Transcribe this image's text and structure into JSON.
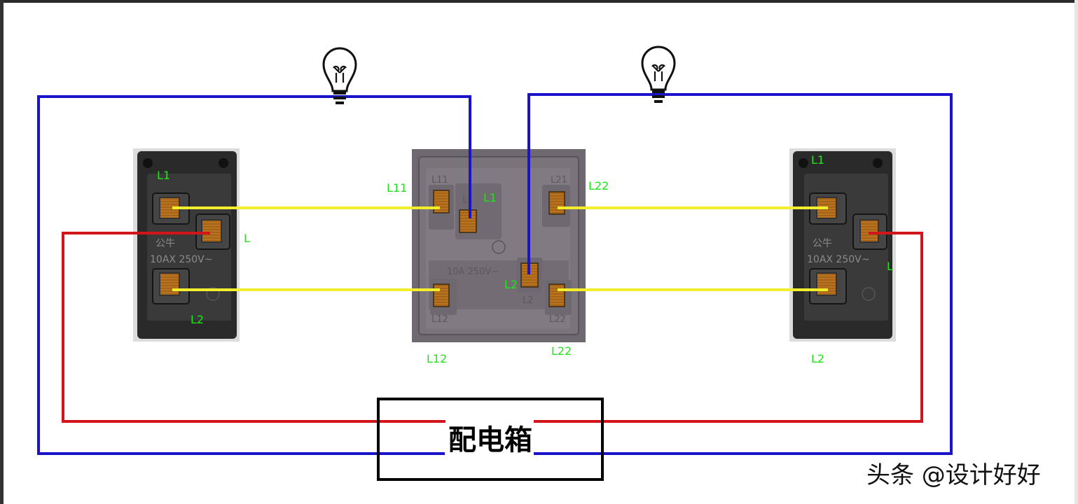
{
  "distribution_box": {
    "label": "配电箱"
  },
  "watermark": "头条 @设计好好",
  "left_switch": {
    "labels": {
      "l1": "L1",
      "l": "L",
      "l2": "L2"
    },
    "engraving": {
      "line1": "公牛",
      "line2": "10AX 250V~"
    }
  },
  "right_switch": {
    "labels": {
      "l1": "L1",
      "l": "L",
      "l2": "L2"
    },
    "engraving": {
      "line1": "公牛",
      "line2": "10AX 250V~"
    }
  },
  "center_switch": {
    "labels": {
      "l11": "L11",
      "l1": "L1",
      "l22_top": "L22",
      "l2": "L2",
      "l12": "L12",
      "l22_bottom": "L22"
    },
    "engraving": {
      "l11": "L11",
      "l1": "L1",
      "l21": "L21",
      "rating": "10A 250V~",
      "l2": "L2",
      "l12": "L12",
      "l22": "L22"
    }
  },
  "colors": {
    "neutral_wire": "#1a13c9",
    "live_wire": "#d2141b",
    "traveler_wire": "#f2ee2b",
    "label_green": "#22e31a"
  },
  "icons": [
    "bulb-icon",
    "ccc-mark-icon"
  ]
}
